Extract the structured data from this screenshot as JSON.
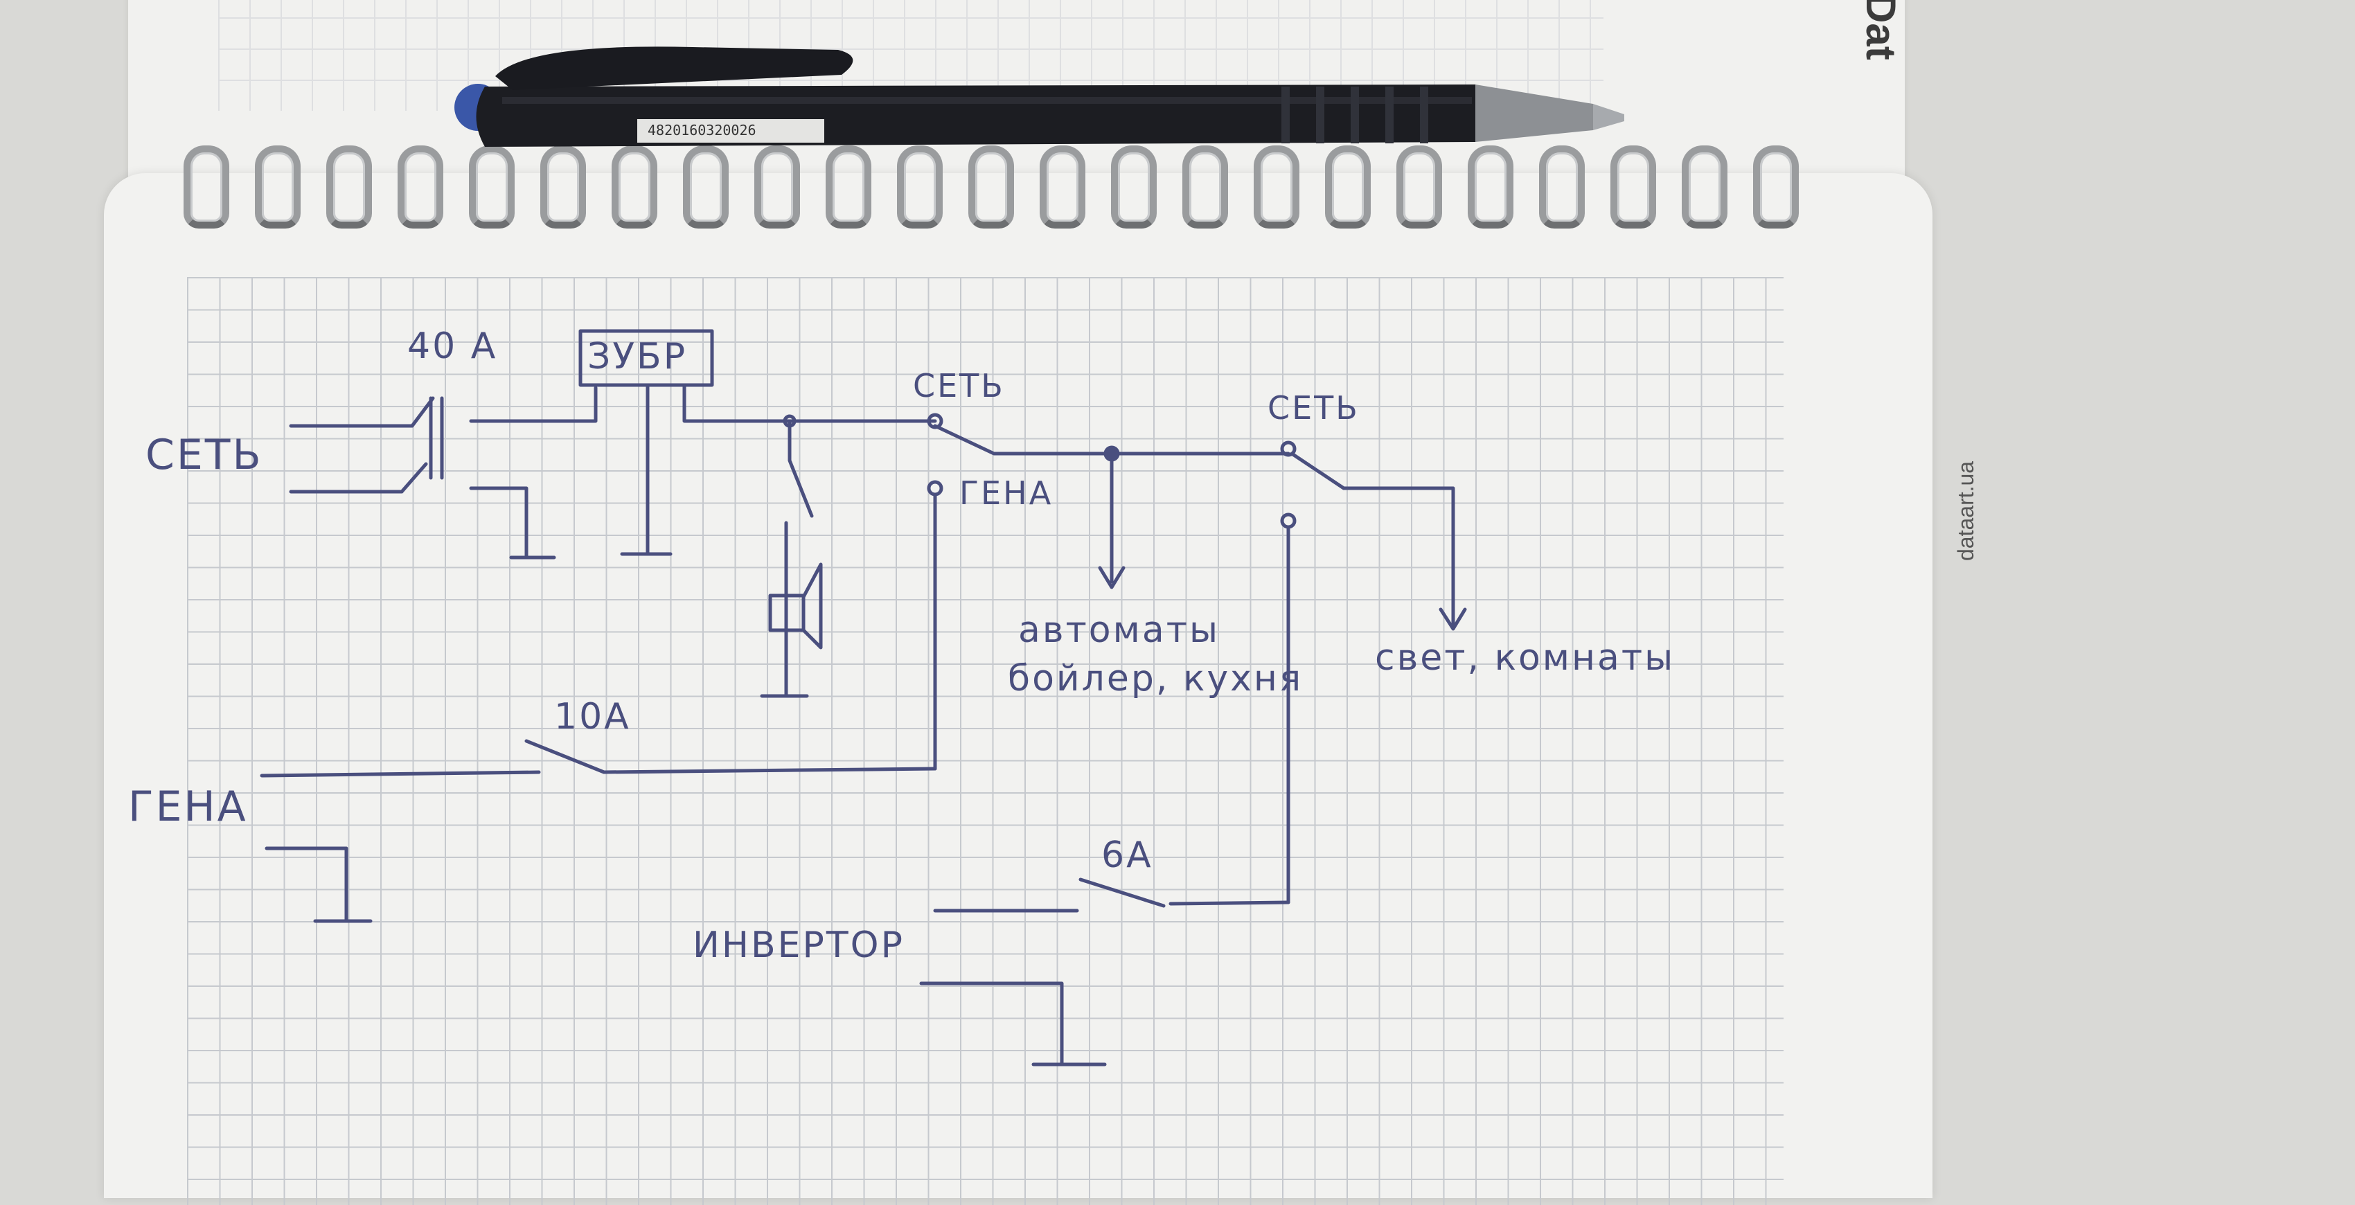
{
  "notebook": {
    "brand_top": "Dat",
    "brand_side": "dataart.ua"
  },
  "pen": {
    "barcode_text": "4820160320026"
  },
  "diagram": {
    "labels": {
      "breaker_main": "40 A",
      "voltage_relay": "ЗУБР",
      "grid_left": "СЕТЬ",
      "switch1_grid": "СЕТЬ",
      "switch1_gen": "ГЕНА",
      "switch2_grid": "СЕТЬ",
      "breaker_gen": "10A",
      "generator": "ГЕНА",
      "breaker_inv": "6A",
      "inverter": "ИНВЕРТОР",
      "load1_line1": "автоматы",
      "load1_line2": "бойлер, кухня",
      "load2": "свет, комнаты"
    }
  },
  "colors": {
    "ink": "#4a4f7e",
    "grid": "#c6c9ce",
    "paper": "#f2f2f0",
    "background": "#d9d9d6",
    "pen_body": "#1c1d22"
  }
}
